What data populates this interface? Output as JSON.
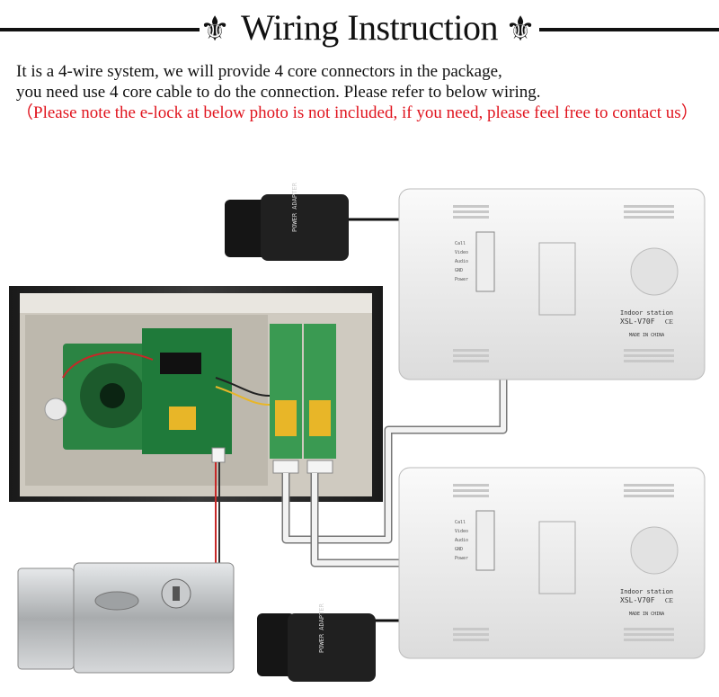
{
  "header": {
    "title": "Wiring Instruction",
    "left_ornament_icon": "fleur-de-lis-icon",
    "right_ornament_icon": "fleur-de-lis-icon"
  },
  "description": {
    "line1": "It is a 4-wire system, we will provide 4 core connectors in the package,",
    "line2": "you need use 4 core cable to do the connection. Please refer to below wiring.",
    "note": "（Please note the e-lock at below photo is not included, if you need, please feel free to contact us）",
    "note_color": "#e0141e"
  },
  "indoor_station_top": {
    "name": "Indoor station",
    "model": "XSL-V70F",
    "ce": "CE",
    "origin": "MADE IN CHINA",
    "terminal_labels": [
      "Call",
      "Video",
      "Audio",
      "GND",
      "Power"
    ]
  },
  "indoor_station_bottom": {
    "name": "Indoor station",
    "model": "XSL-V70F",
    "ce": "CE",
    "origin": "MADE IN CHINA",
    "terminal_labels": [
      "Call",
      "Video",
      "Audio",
      "GND",
      "Power"
    ]
  },
  "adapter_top": {
    "label": "POWER ADAPTER"
  },
  "adapter_bottom": {
    "label": "POWER ADAPTER"
  },
  "colors": {
    "cable": "#f2f2f2",
    "cable_outline": "#777777",
    "black_cable": "#111111",
    "pcb": "#1f7a3a",
    "relay": "#e8b628",
    "lock_metal": "#b9bcbe"
  }
}
